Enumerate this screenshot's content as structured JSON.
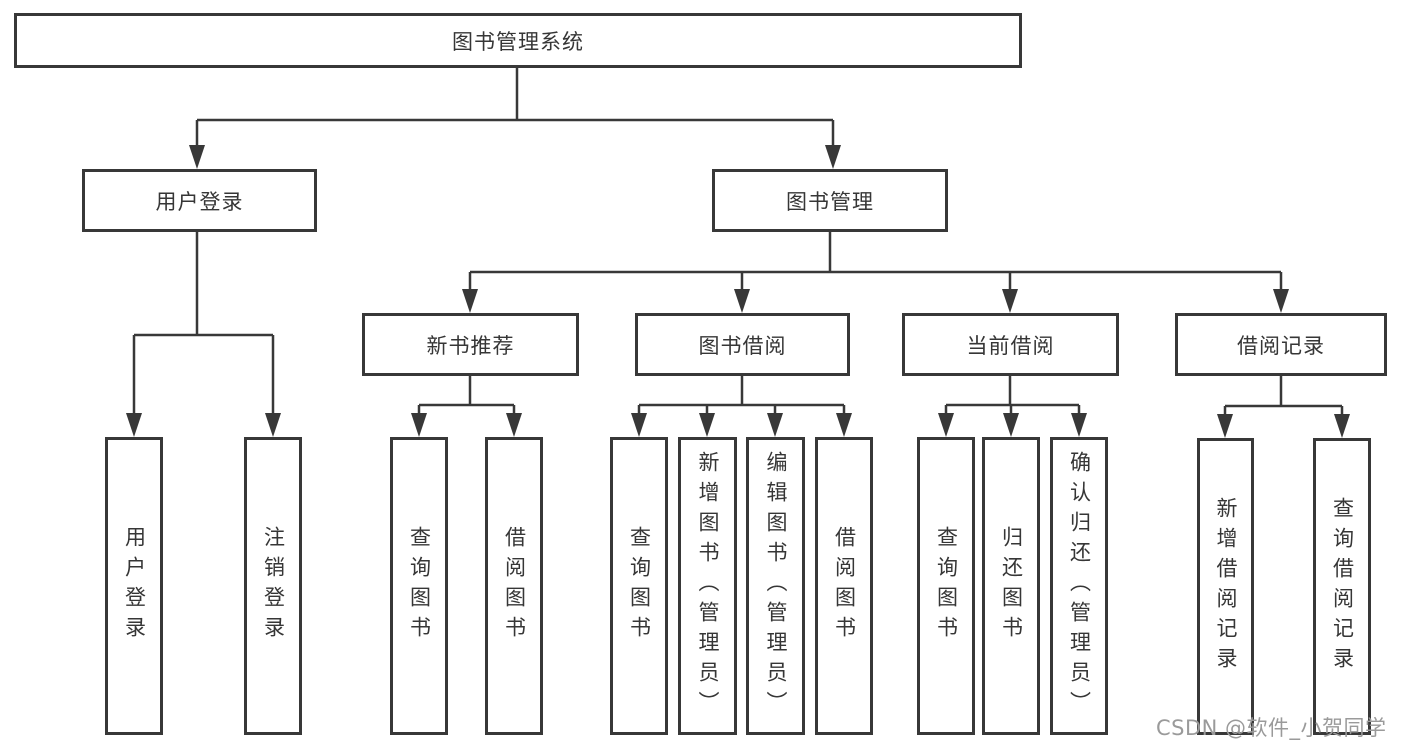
{
  "tree": {
    "root": {
      "label": "图书管理系统",
      "children": [
        {
          "label": "用户登录",
          "children": [
            {
              "label": "用户登录"
            },
            {
              "label": "注销登录"
            }
          ]
        },
        {
          "label": "图书管理",
          "children": [
            {
              "label": "新书推荐",
              "children": [
                {
                  "label": "查询图书"
                },
                {
                  "label": "借阅图书"
                }
              ]
            },
            {
              "label": "图书借阅",
              "children": [
                {
                  "label": "查询图书"
                },
                {
                  "label": "新增图书（管理员）"
                },
                {
                  "label": "编辑图书（管理员）"
                },
                {
                  "label": "借阅图书"
                }
              ]
            },
            {
              "label": "当前借阅",
              "children": [
                {
                  "label": "查询图书"
                },
                {
                  "label": "归还图书"
                },
                {
                  "label": "确认归还（管理员）"
                }
              ]
            },
            {
              "label": "借阅记录",
              "children": [
                {
                  "label": "新增借阅记录"
                },
                {
                  "label": "查询借阅记录"
                }
              ]
            }
          ]
        }
      ]
    }
  },
  "watermark": {
    "text": "CSDN @软件_小贺同学"
  },
  "colors": {
    "line": "#383838",
    "text": "#363636",
    "watermark": "#9a9a9a",
    "background": "#ffffff"
  }
}
